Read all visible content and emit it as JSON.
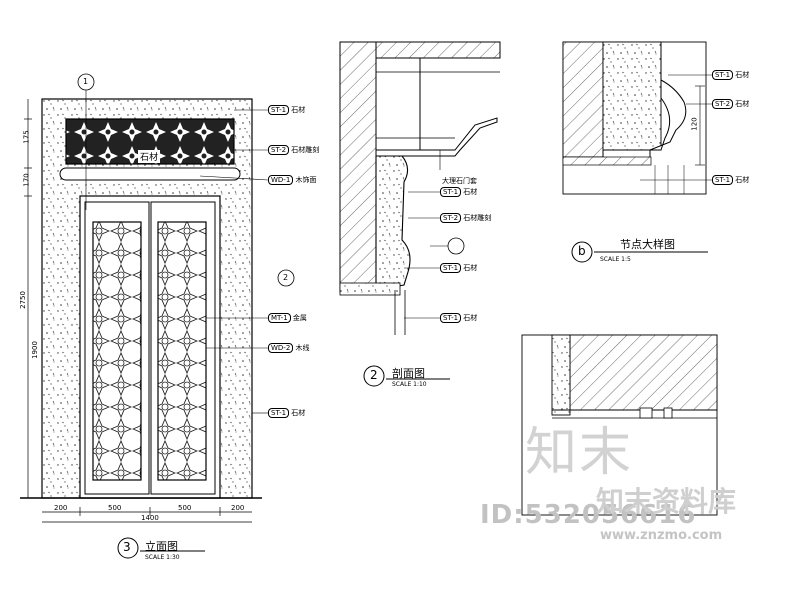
{
  "drawing": {
    "views": {
      "elevation": {
        "number": "3",
        "title": "立面图",
        "scale_note": "SCALE 1:30"
      },
      "section": {
        "number": "2",
        "title": "剖面图",
        "scale_note": "SCALE 1:10"
      },
      "node_detail": {
        "letter": "b",
        "title": "节点大样图",
        "scale_note": "SCALE 1:5"
      }
    },
    "elevation": {
      "dims_vertical": [
        "175",
        "170",
        "2750",
        "1900"
      ],
      "dims_horizontal_bottom": [
        "200",
        "500",
        "500",
        "200"
      ],
      "overall_width": "1400",
      "grid_top": "1",
      "grid_side": "2",
      "tags": [
        {
          "code": "ST-1",
          "text": "石材"
        },
        {
          "code": "ST-2",
          "text": "石材雕刻"
        },
        {
          "code": "WD-1",
          "text": "木饰面"
        },
        {
          "code": "MT-1",
          "text": "金属"
        },
        {
          "code": "WD-2",
          "text": "木线"
        },
        {
          "code": "ST-1",
          "text": "石材"
        }
      ],
      "panel_label": "石材"
    },
    "section_tags": [
      {
        "code": "ST-1",
        "text": "石材"
      },
      {
        "code": "ST-2",
        "text": "石材雕刻"
      },
      {
        "code": "ST-1",
        "text": "石材"
      },
      {
        "code": "ST-1",
        "text": "石材"
      }
    ],
    "section_label": "大理石门套",
    "node_tags": [
      {
        "code": "ST-1",
        "text": "石材"
      },
      {
        "code": "ST-2",
        "text": "石材"
      },
      {
        "code": "ST-1",
        "text": "石材"
      }
    ],
    "node_dim": "120"
  },
  "watermark": {
    "logo": "知末",
    "site_cn": "知末资料库",
    "id_text": "ID:532056616",
    "url": "www.znzmo.com"
  }
}
